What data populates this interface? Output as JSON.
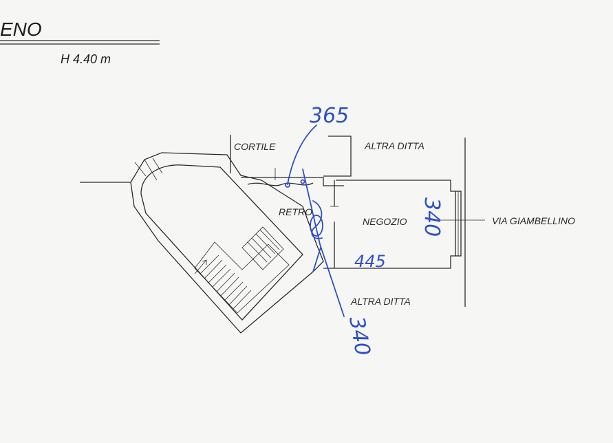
{
  "title": "ENO",
  "height_label": "H 4.40 m",
  "rooms": {
    "courtyard": "CORTILE",
    "neighbor_top": "ALTRA DITTA",
    "neighbor_bottom": "ALTRA DITTA",
    "back_room": "RETRO",
    "shop": "NEGOZIO",
    "street": "VIA GIAMBELLINO"
  },
  "handwritten": {
    "top_dimension": "365",
    "shop_width": "445",
    "shop_depth": "340",
    "bottom_dimension": "340"
  },
  "colors": {
    "paper": "#f6f6f4",
    "print_ink": "#2a2a2a",
    "pen_ink": "#2f4fc8"
  }
}
